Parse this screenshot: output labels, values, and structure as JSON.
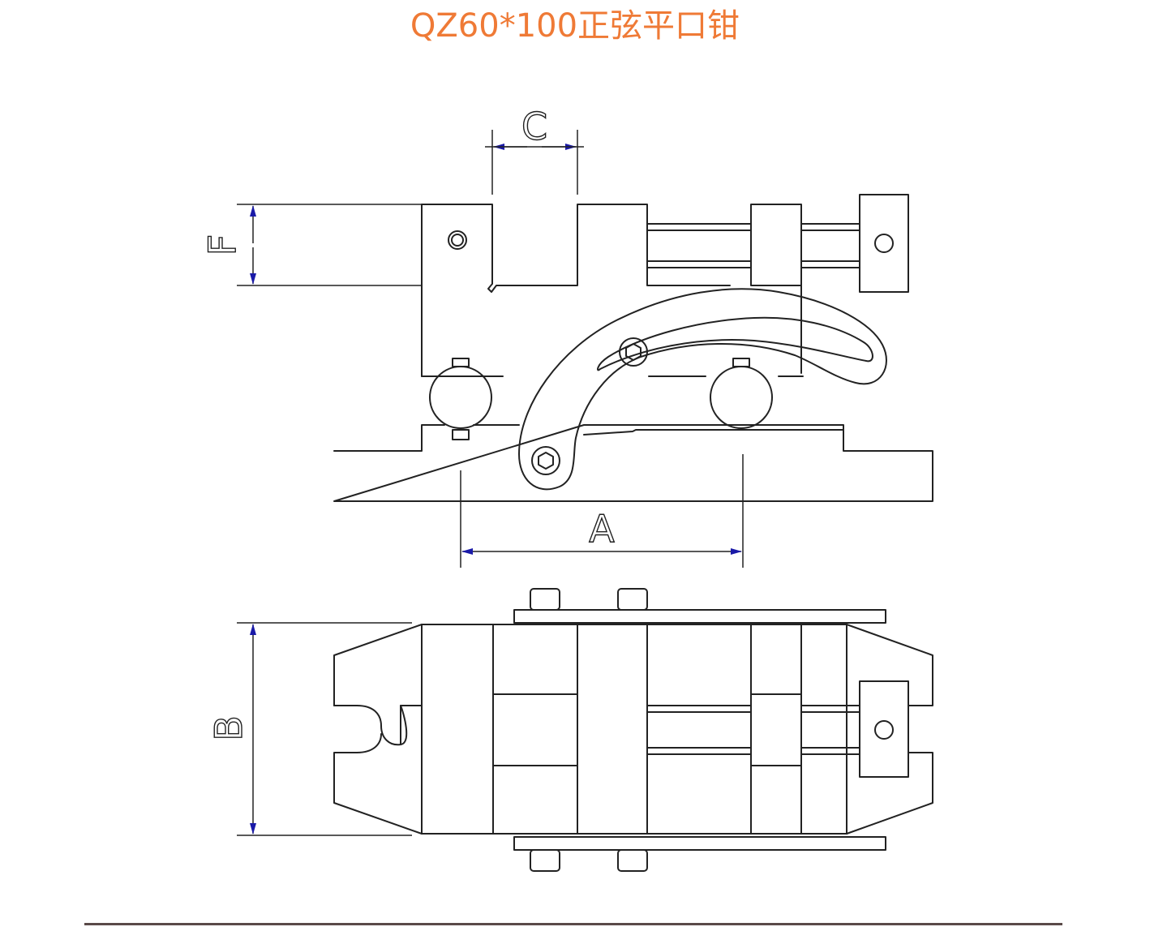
{
  "title": "QZ60*100正弦平口钳",
  "dimensions": {
    "a": "A",
    "b": "B",
    "c": "C",
    "f": "F"
  },
  "colors": {
    "title": "#ef7a36",
    "line": "#222222",
    "arrow": "#1a1aa8",
    "rule": "#5a4a48"
  }
}
